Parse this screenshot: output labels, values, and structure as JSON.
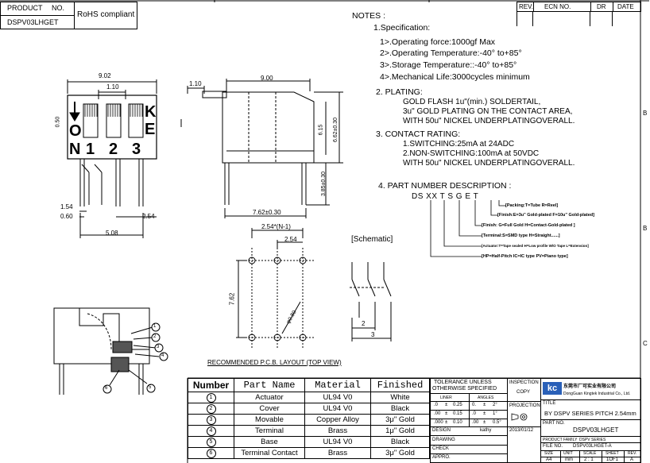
{
  "header": {
    "product_label": "PRODUCT",
    "no_label": "NO.",
    "product_no": "DSPV03LHGET",
    "rohs": "RoHS compliant"
  },
  "revision_block": {
    "rev": "REV.",
    "ecn": "ECN  NO.",
    "dr": "DR",
    "date": "DATE"
  },
  "border_letters": [
    "B",
    "C"
  ],
  "left_view": {
    "dims": [
      "9.02",
      "1.10",
      "0.50",
      "1.54",
      "0.60",
      "2.54",
      "5.08"
    ],
    "labels": [
      "O",
      "N",
      "1",
      "2",
      "3",
      "K",
      "E"
    ]
  },
  "side_view": {
    "dims": [
      "1.10",
      "9.00",
      "6.15",
      "6.62±0.30",
      "3.85±0.30",
      "7.62±0.30"
    ]
  },
  "pcb": {
    "dims": [
      "2.54*(N-1)",
      "2.54",
      "7.62",
      "φ0.80"
    ],
    "caption": "RECOMMENDED P.C.B. LAYOUT (TOP VIEW)"
  },
  "schematic": {
    "label": "[Schematic]",
    "dims": [
      "2",
      "3"
    ]
  },
  "notes": {
    "title": "NOTES :",
    "spec_title": "1.Specification:",
    "spec_items": [
      "1>.Operating force:1000gf Max",
      "2>.Operating Temperature:-40° to+85°",
      "3>.Storage Temperature::-40° to+85°",
      "4>.Mechanical Life:3000cycles minimum"
    ],
    "plating_title": "2. PLATING:",
    "plating_items": [
      "GOLD FLASH 1u\"(min.) SOLDERTAIL,",
      "3u\" GOLD PLATING  ON THE CONTACT AREA,",
      "WITH 50u\" NICKEL UNDERPLATINGOVERALL."
    ],
    "rating_title": "3. CONTACT RATING:",
    "rating_items": [
      "1.SWITCHING:25mA at 24ADC",
      "2.NON-SWITCHING:100mA at 50VDC",
      "WITH 50u\" NICKEL UNDERPLATINGOVERALL."
    ],
    "pn_title": "4. PART NUMBER DESCRIPTION :",
    "pn_code": "DS XX T S G E T",
    "pn_items": [
      "[Packing:T=Tube R=Reel]",
      "[Finish:E=3u\" Gold-plated F=10u\" Gold-plated]",
      "[Finish: G=Full Gold H=Contact-Gold-plated ]",
      "[Terminal:S=SMD type  H=Straight......]",
      "[Actuator:T=Tape sealed H=Low profile W/O Tape L=Extension]",
      "[HP=Half-Pitch IC=IC type PV=Piano type]"
    ]
  },
  "bom": {
    "headers": [
      "Number",
      "Part Name",
      "Material",
      "Finished"
    ],
    "rows": [
      {
        "num": "1",
        "name": "Actuator",
        "material": "UL94 V0",
        "finish": "White"
      },
      {
        "num": "2",
        "name": "Cover",
        "material": "UL94 V0",
        "finish": "Black"
      },
      {
        "num": "3",
        "name": "Movable",
        "material": "Copper Alloy",
        "finish": "3μ\" Gold"
      },
      {
        "num": "4",
        "name": "Terminal",
        "material": "Brass",
        "finish": "1μ\" Gold"
      },
      {
        "num": "5",
        "name": "Base",
        "material": "UL94 V0",
        "finish": "Black"
      },
      {
        "num": "6",
        "name": "Terminal Contact",
        "material": "Brass",
        "finish": "3μ\" Gold"
      }
    ]
  },
  "tolerance": {
    "title1": "TOLERANCE UNLESS",
    "title2": "OTHERWISE SPECIFIED",
    "liner": "LINER",
    "angles": "ANGLES",
    "rows": [
      [
        ".0",
        "±",
        "0.25",
        "0.",
        "±",
        "2°"
      ],
      [
        ".00",
        "±",
        "0.15",
        ".0",
        "±",
        "1°"
      ],
      [
        ".000",
        "±",
        "0.10",
        ".00",
        "±",
        "0.5°"
      ]
    ],
    "design": "DESIGN",
    "designer": "kathy",
    "date": "2013/01/12",
    "drawing": "DRAWING",
    "check": "CHECK",
    "approval": "APPRO."
  },
  "inspection": {
    "title": "INSPECTION",
    "copy": "COPY",
    "projection": "PROJECTION"
  },
  "title_block": {
    "logo": "kc",
    "company_cn": "东莞市厂可实业有限公司",
    "company_en": "DongGuan Kingtek Industrial Co., Ltd.",
    "title_label": "TITLE",
    "title_value": "BY DSPV SERIES PITCH 2.54mm",
    "part_no_label": "PART NO.",
    "part_no_value": "DSPV03LHGET",
    "file_label": "FILE  NO.",
    "file_value": "DSPV03LHGET-A",
    "family_label": "PRODUCT  FAMILY",
    "family_value": "DSPV SERIES",
    "size_label": "SIZE",
    "size_value": "A4",
    "unit_label": "UNIT",
    "unit_value": "mm",
    "scale_label": "SCALE",
    "scale_value": "2 : 1",
    "sheet_label": "SHEET",
    "sheet_value": "1OF1",
    "rev_label": "REV.",
    "rev_value": "A"
  }
}
